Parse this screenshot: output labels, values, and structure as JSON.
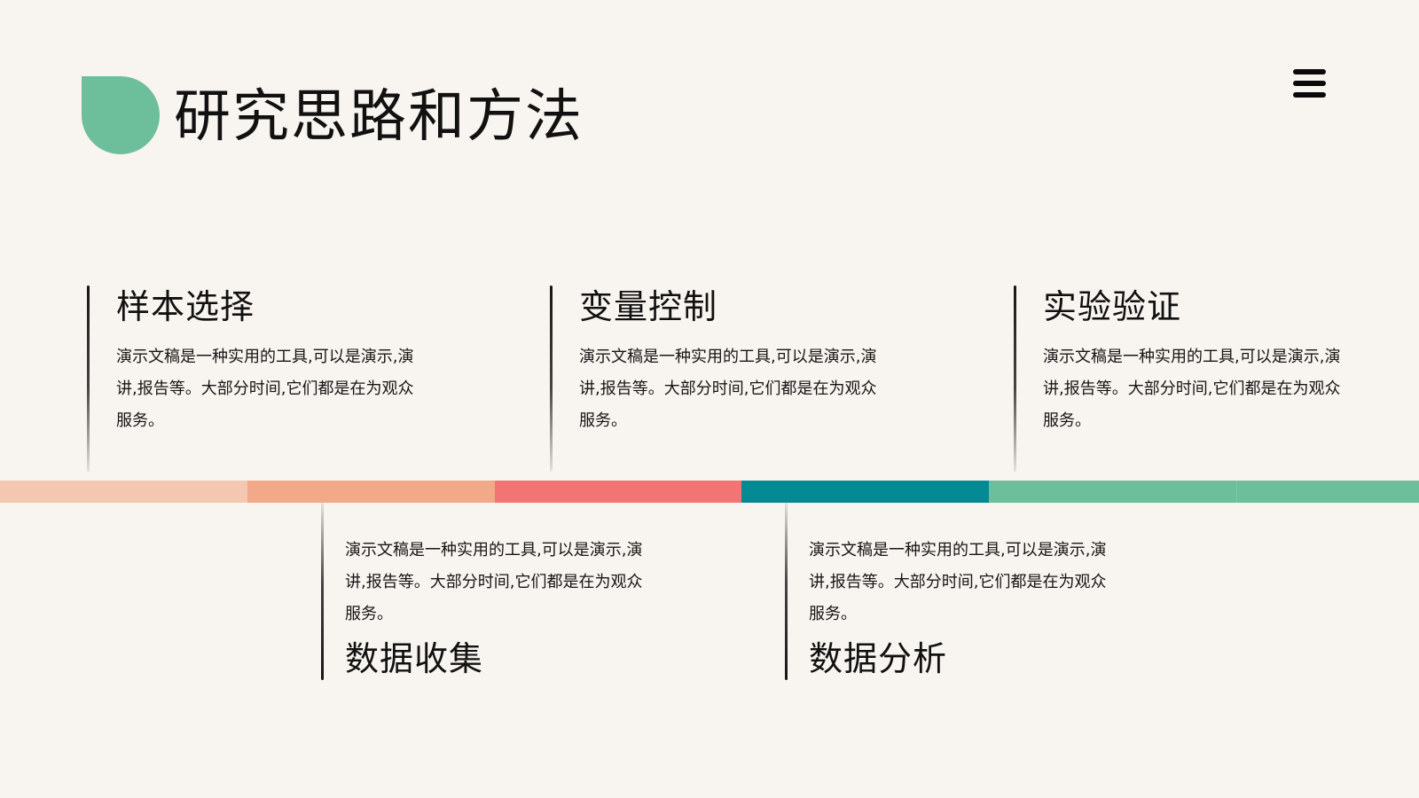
{
  "header": {
    "title": "研究思路和方法"
  },
  "icons": {
    "logo": "leaf-shape",
    "menu": "hamburger-menu-icon"
  },
  "items_top": [
    {
      "title": "样本选择",
      "description": "演示文稿是一种实用的工具,可以是演示,演讲,报告等。大部分时间,它们都是在为观众服务。"
    },
    {
      "title": "变量控制",
      "description": "演示文稿是一种实用的工具,可以是演示,演讲,报告等。大部分时间,它们都是在为观众服务。"
    },
    {
      "title": "实验验证",
      "description": "演示文稿是一种实用的工具,可以是演示,演讲,报告等。大部分时间,它们都是在为观众服务。"
    }
  ],
  "items_bottom": [
    {
      "title": "数据收集",
      "description": "演示文稿是一种实用的工具,可以是演示,演讲,报告等。大部分时间,它们都是在为观众服务。"
    },
    {
      "title": "数据分析",
      "description": "演示文稿是一种实用的工具,可以是演示,演讲,报告等。大部分时间,它们都是在为观众服务。"
    }
  ],
  "colors": {
    "background": "#f8f4ef",
    "accent_green": "#6dbf9b",
    "timeline": [
      "#f4c8b0",
      "#f1a989",
      "#f27574",
      "#058a94",
      "#6dbf9b",
      "#6dbf9b"
    ]
  }
}
